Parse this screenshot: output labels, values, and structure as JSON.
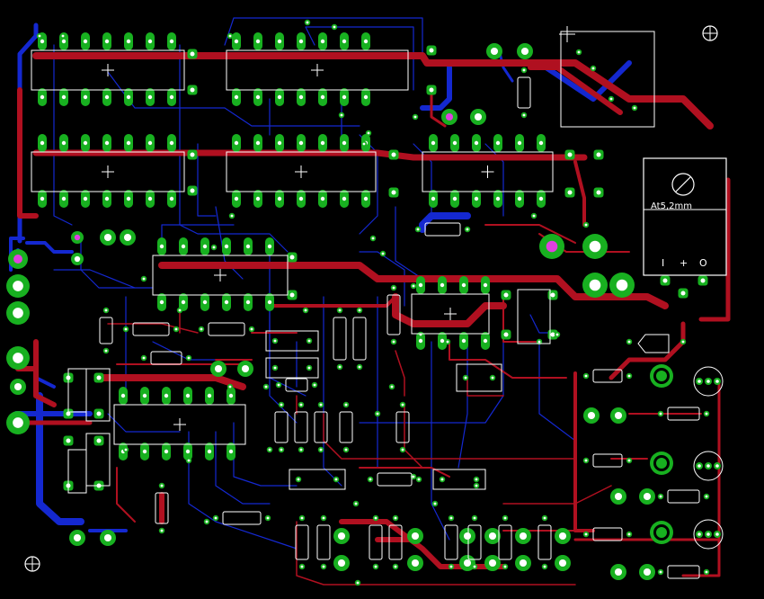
{
  "regulator": {
    "label": "At5,2mm",
    "pins": [
      "I",
      "+",
      "O"
    ]
  },
  "colors": {
    "background": "#000000",
    "top_copper": "#b01020",
    "bottom_copper": "#1428d0",
    "pad_copper": "#18b020",
    "silkscreen": "#ffffff",
    "drill": "#ffffff",
    "via": "#e040e0"
  },
  "icons": [
    "mounting-hole-icon",
    "origin-cross-icon"
  ]
}
